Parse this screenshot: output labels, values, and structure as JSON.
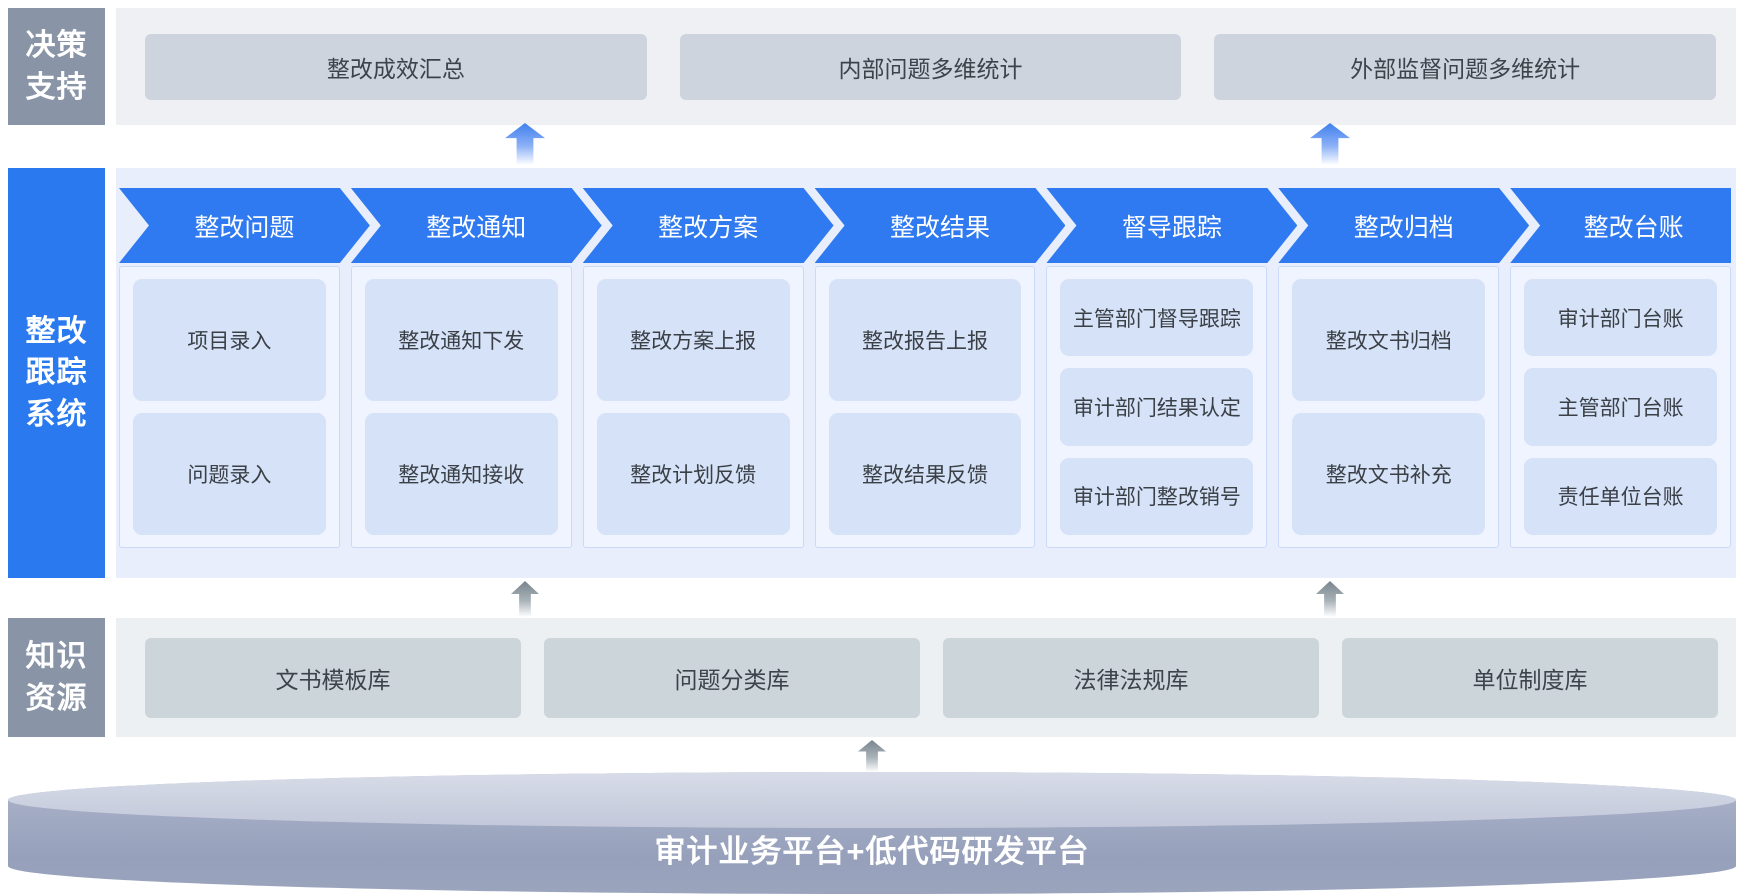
{
  "colors": {
    "gray_label_bg": "#8995a7",
    "blue_label_bg": "#2a79ee",
    "chevron_blue": "#2f7af0",
    "decision_band_bg": "#eef0f4",
    "decision_box_bg": "#cdd4de",
    "tracking_band_bg": "#e8eefb",
    "stage_item_bg": "#d5e2f8",
    "knowledge_band_bg": "#edf0f2",
    "knowledge_box_bg": "#ccd5d9",
    "cylinder_body": "#96a0bb",
    "arrow_blue": "#4080ef",
    "arrow_gray": "#79848c"
  },
  "decision_band": {
    "label_lines": [
      "决策",
      "支持"
    ],
    "boxes": [
      "整改成效汇总",
      "内部问题多维统计",
      "外部监督问题多维统计"
    ]
  },
  "tracking_band": {
    "label_lines": [
      "整改",
      "跟踪",
      "系统"
    ],
    "stages": [
      {
        "title": "整改问题",
        "items": [
          "项目录入",
          "问题录入"
        ]
      },
      {
        "title": "整改通知",
        "items": [
          "整改通知下发",
          "整改通知接收"
        ]
      },
      {
        "title": "整改方案",
        "items": [
          "整改方案上报",
          "整改计划反馈"
        ]
      },
      {
        "title": "整改结果",
        "items": [
          "整改报告上报",
          "整改结果反馈"
        ]
      },
      {
        "title": "督导跟踪",
        "items": [
          "主管部门督导跟踪",
          "审计部门结果认定",
          "审计部门整改销号"
        ]
      },
      {
        "title": "整改归档",
        "items": [
          "整改文书归档",
          "整改文书补充"
        ]
      },
      {
        "title": "整改台账",
        "items": [
          "审计部门台账",
          "主管部门台账",
          "责任单位台账"
        ]
      }
    ]
  },
  "knowledge_band": {
    "label_lines": [
      "知识",
      "资源"
    ],
    "boxes": [
      "文书模板库",
      "问题分类库",
      "法律法规库",
      "单位制度库"
    ]
  },
  "platform": {
    "label": "审计业务平台+低代码研发平台"
  }
}
